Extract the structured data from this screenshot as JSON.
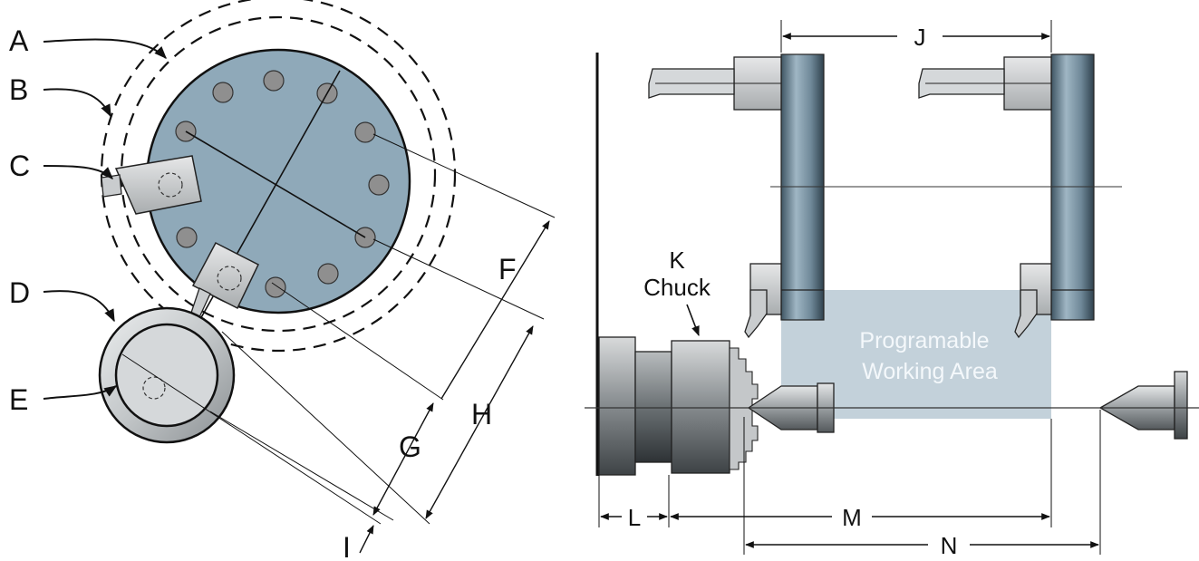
{
  "turret_view": {
    "labels": {
      "a": "A",
      "b": "B",
      "c": "C",
      "d": "D",
      "e": "E",
      "f": "F",
      "g": "G",
      "h": "H",
      "i": "I"
    }
  },
  "lathe_view": {
    "labels": {
      "j": "J",
      "k": "K",
      "chuck": "Chuck",
      "l": "L",
      "m": "M",
      "n": "N"
    },
    "working_area": {
      "line1": "Programable",
      "line2": "Working Area"
    }
  },
  "colors": {
    "turret_fill": "#8fa9b9",
    "bolt_hole": "#8f8f8f",
    "work_area": "#b9c9d3",
    "steel_dark": "#4f5559",
    "steel_light": "#c9ccce"
  }
}
